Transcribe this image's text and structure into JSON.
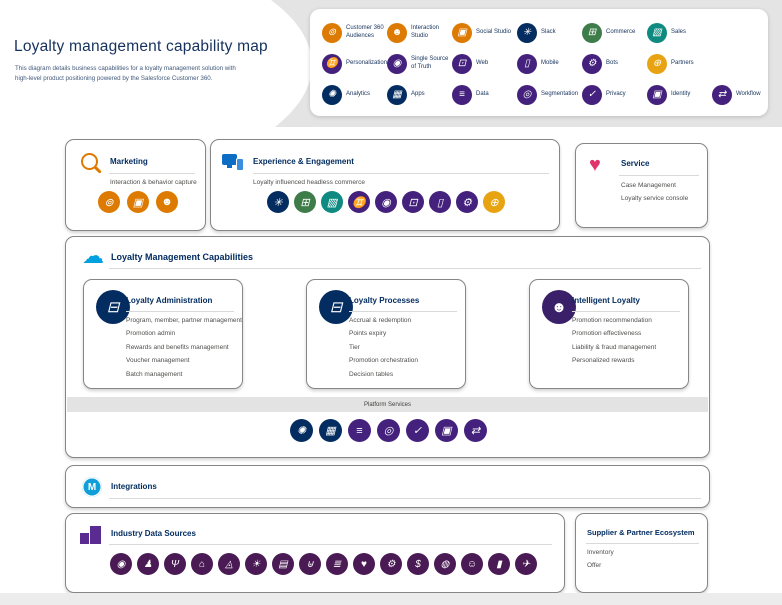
{
  "page": {
    "title": "Loyalty management capability map",
    "subtitle": "This diagram details business capabilities for a loyalty management solution with high-level product positioning powered by the Salesforce Customer 360."
  },
  "colors": {
    "band_gray": "#E4E4E4",
    "navy": "#032D60",
    "orange": "#DD7A01",
    "green": "#3E7D4A",
    "teal": "#0E8A80",
    "purple": "#44217C",
    "plum": "#4A1A54",
    "yellow": "#E8A312",
    "cloud_blue": "#00A1E0",
    "mulesoft_blue": "#109FD9",
    "heart_pink": "#E0356B",
    "title_navy": "#16325C"
  },
  "legend": {
    "rows": [
      [
        {
          "name": "customer-360-audiences-icon",
          "label": "Customer 360 Audiences",
          "glyph": "⊚",
          "color": "#DD7A01"
        },
        {
          "name": "interaction-studio-icon",
          "label": "Interaction Studio",
          "glyph": "☻",
          "color": "#DD7A01"
        },
        {
          "name": "social-studio-icon",
          "label": "Social Studio",
          "glyph": "▣",
          "color": "#DD7A01"
        },
        {
          "name": "slack-icon",
          "label": "Slack",
          "glyph": "✳",
          "color": "#032D60"
        },
        {
          "name": "commerce-icon",
          "label": "Commerce",
          "glyph": "⊞",
          "color": "#3E7D4A"
        },
        {
          "name": "sales-icon",
          "label": "Sales",
          "glyph": "▧",
          "color": "#0E8A80"
        }
      ],
      [
        {
          "name": "personalization-icon",
          "label": "Personalization",
          "glyph": "♊",
          "color": "#44217C"
        },
        {
          "name": "single-source-of-truth-icon",
          "label": "Single Source of Truth",
          "glyph": "◉",
          "color": "#44217C"
        },
        {
          "name": "web-icon",
          "label": "Web",
          "glyph": "⊡",
          "color": "#44217C"
        },
        {
          "name": "mobile-icon",
          "label": "Mobile",
          "glyph": "▯",
          "color": "#44217C"
        },
        {
          "name": "bots-icon",
          "label": "Bots",
          "glyph": "⚙",
          "color": "#44217C"
        },
        {
          "name": "partners-icon",
          "label": "Partners",
          "glyph": "⊕",
          "color": "#E8A312"
        }
      ],
      [
        {
          "name": "analytics-icon",
          "label": "Analytics",
          "glyph": "✺",
          "color": "#032D60"
        },
        {
          "name": "apps-icon",
          "label": "Apps",
          "glyph": "▦",
          "color": "#032D60"
        },
        {
          "name": "data-icon",
          "label": "Data",
          "glyph": "≡",
          "color": "#44217C"
        },
        {
          "name": "segmentation-icon",
          "label": "Segmentation",
          "glyph": "◎",
          "color": "#44217C"
        },
        {
          "name": "privacy-icon",
          "label": "Privacy",
          "glyph": "✓",
          "color": "#44217C"
        },
        {
          "name": "identity-icon",
          "label": "Identity",
          "glyph": "▣",
          "color": "#44217C"
        },
        {
          "name": "workflow-icon",
          "label": "Workflow",
          "glyph": "⇄",
          "color": "#44217C"
        }
      ]
    ]
  },
  "marketing": {
    "title": "Marketing",
    "note": "Interaction & behavior capture",
    "icons": [
      {
        "name": "customer-360-audiences-icon",
        "glyph": "⊚",
        "color": "#DD7A01"
      },
      {
        "name": "social-studio-icon",
        "glyph": "▣",
        "color": "#DD7A01"
      },
      {
        "name": "interaction-studio-icon",
        "glyph": "☻",
        "color": "#DD7A01"
      }
    ]
  },
  "experience": {
    "title": "Experience & Engagement",
    "note": "Loyalty influenced headless commerce",
    "icons": [
      {
        "name": "slack-icon",
        "glyph": "✳",
        "color": "#032D60"
      },
      {
        "name": "commerce-icon",
        "glyph": "⊞",
        "color": "#3E7D4A"
      },
      {
        "name": "sales-icon",
        "glyph": "▧",
        "color": "#0E8A80"
      },
      {
        "name": "personalization-icon",
        "glyph": "♊",
        "color": "#44217C"
      },
      {
        "name": "single-source-of-truth-icon",
        "glyph": "◉",
        "color": "#44217C"
      },
      {
        "name": "web-icon",
        "glyph": "⊡",
        "color": "#44217C"
      },
      {
        "name": "mobile-icon",
        "glyph": "▯",
        "color": "#44217C"
      },
      {
        "name": "bots-icon",
        "glyph": "⚙",
        "color": "#44217C"
      },
      {
        "name": "partners-icon",
        "glyph": "⊕",
        "color": "#E8A312"
      }
    ]
  },
  "service": {
    "title": "Service",
    "items": [
      "Case Management",
      "Loyalty service console"
    ]
  },
  "capabilities": {
    "title": "Loyalty Management Capabilities",
    "cards": [
      {
        "icon_name": "loyalty-card-icon",
        "icon_glyph": "⊟",
        "icon_color": "#032D60",
        "title": "Loyalty Administration",
        "items": [
          "Program, member, partner management",
          "Promotion admin",
          "Rewards and benefits management",
          "Voucher management",
          "Batch management"
        ]
      },
      {
        "icon_name": "loyalty-card-icon",
        "icon_glyph": "⊟",
        "icon_color": "#032D60",
        "title": "Loyalty Processes",
        "items": [
          "Accrual & redemption",
          "Points expiry",
          "Tier",
          "Promotion orchestration",
          "Decision tables"
        ]
      },
      {
        "icon_name": "einstein-icon",
        "icon_glyph": "☻",
        "icon_color": "#3A1F69",
        "title": "Intelligent Loyalty",
        "items": [
          "Promotion recommendation",
          "Promotion effectiveness",
          "Liability & fraud management",
          "Personalized rewards"
        ]
      }
    ],
    "platform_label": "Platform Services",
    "platform_icons": [
      {
        "name": "analytics-icon",
        "glyph": "✺",
        "color": "#032D60"
      },
      {
        "name": "apps-icon",
        "glyph": "▦",
        "color": "#032D60"
      },
      {
        "name": "data-icon",
        "glyph": "≡",
        "color": "#44217C"
      },
      {
        "name": "segmentation-icon",
        "glyph": "◎",
        "color": "#44217C"
      },
      {
        "name": "privacy-icon",
        "glyph": "✓",
        "color": "#44217C"
      },
      {
        "name": "identity-icon",
        "glyph": "▣",
        "color": "#44217C"
      },
      {
        "name": "workflow-icon",
        "glyph": "⇄",
        "color": "#44217C"
      }
    ]
  },
  "integrations": {
    "title": "Integrations"
  },
  "industry": {
    "title": "Industry Data Sources",
    "icons": [
      {
        "name": "media-icon",
        "glyph": "◉",
        "color": "#4A1A54"
      },
      {
        "name": "robot-icon",
        "glyph": "♟",
        "color": "#4A1A54"
      },
      {
        "name": "communications-icon",
        "glyph": "Ψ",
        "color": "#4A1A54"
      },
      {
        "name": "government-icon",
        "glyph": "⌂",
        "color": "#4A1A54"
      },
      {
        "name": "education-icon",
        "glyph": "◬",
        "color": "#4A1A54"
      },
      {
        "name": "energy-icon",
        "glyph": "☀",
        "color": "#4A1A54"
      },
      {
        "name": "technology-icon",
        "glyph": "▤",
        "color": "#4A1A54"
      },
      {
        "name": "retail-icon",
        "glyph": "⊎",
        "color": "#4A1A54"
      },
      {
        "name": "public-sector-icon",
        "glyph": "≣",
        "color": "#4A1A54"
      },
      {
        "name": "healthcare-icon",
        "glyph": "♥",
        "color": "#4A1A54"
      },
      {
        "name": "manufacturing-icon",
        "glyph": "⚙",
        "color": "#4A1A54"
      },
      {
        "name": "financial-services-icon",
        "glyph": "$",
        "color": "#4A1A54"
      },
      {
        "name": "travel-icon",
        "glyph": "◍",
        "color": "#4A1A54"
      },
      {
        "name": "consumer-goods-icon",
        "glyph": "☺",
        "color": "#4A1A54"
      },
      {
        "name": "utilities-icon",
        "glyph": "▮",
        "color": "#4A1A54"
      },
      {
        "name": "transportation-icon",
        "glyph": "✈",
        "color": "#4A1A54"
      }
    ]
  },
  "supplier": {
    "title": "Supplier & Partner Ecosystem",
    "items": [
      "Inventory",
      "Offer"
    ]
  }
}
